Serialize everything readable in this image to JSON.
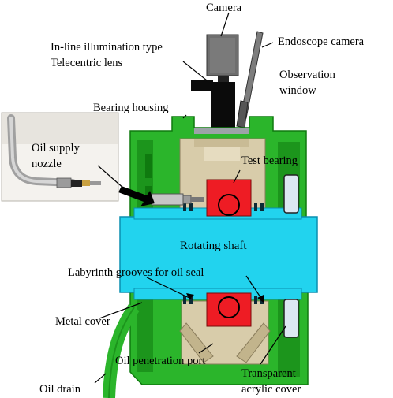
{
  "labels": {
    "camera": "Camera",
    "lens_line1": "In-line illumination type",
    "lens_line2": "Telecentric lens",
    "endoscope": "Endoscope camera",
    "window_line1": "Observation",
    "window_line2": "window",
    "bearing_housing": "Bearing housing",
    "nozzle_line1": "Oil supply",
    "nozzle_line2": "nozzle",
    "test_bearing": "Test bearing",
    "rotating_shaft": "Rotating shaft",
    "labyrinth": "Labyrinth grooves for oil seal",
    "metal_cover": "Metal cover",
    "penetration_port": "Oil penetration port",
    "acrylic_line1": "Transparent",
    "acrylic_line2": "acrylic cover",
    "oil_drain": "Oil drain"
  },
  "colors": {
    "housing_green": "#2bb52b",
    "housing_dark": "#0f7a0f",
    "shaft_cyan": "#22d3ee",
    "bearing_red": "#ee1c24",
    "beige": "#d8ccaa",
    "grey": "#8c8c8c",
    "window_blue": "#dce8f2"
  }
}
